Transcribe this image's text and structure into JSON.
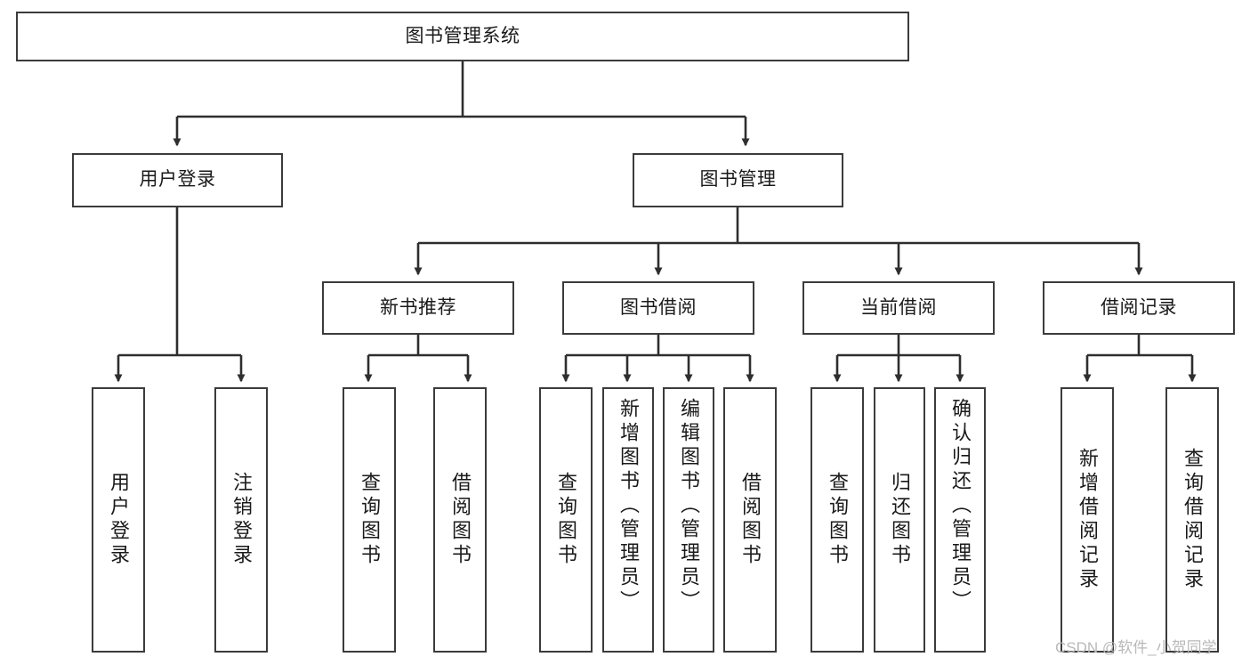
{
  "diagram": {
    "type": "tree",
    "title": "图书管理系统",
    "orientation": "top-down",
    "colors": {
      "box_border": "#3b3b3b",
      "box_fill": "#ffffff",
      "edge": "#2e2e2e",
      "text": "#1a1a1a",
      "watermark": "#b9b9b9"
    },
    "root": {
      "label": "图书管理系统"
    },
    "level1": [
      {
        "label": "用户登录"
      },
      {
        "label": "图书管理"
      }
    ],
    "level2": [
      {
        "label": "新书推荐"
      },
      {
        "label": "图书借阅"
      },
      {
        "label": "当前借阅"
      },
      {
        "label": "借阅记录"
      }
    ],
    "leaves": {
      "user_login": [
        {
          "label": "用户登录"
        },
        {
          "label": "注销登录"
        }
      ],
      "new_book_recommend": [
        {
          "label": "查询图书"
        },
        {
          "label": "借阅图书"
        }
      ],
      "book_borrow": [
        {
          "label": "查询图书"
        },
        {
          "label": "新增图书（管理员）"
        },
        {
          "label": "编辑图书（管理员）"
        },
        {
          "label": "借阅图书"
        }
      ],
      "current_borrow": [
        {
          "label": "查询图书"
        },
        {
          "label": "归还图书"
        },
        {
          "label": "确认归还（管理员）"
        }
      ],
      "borrow_record": [
        {
          "label": "新增借阅记录"
        },
        {
          "label": "查询借阅记录"
        }
      ]
    }
  },
  "watermark": {
    "text": "CSDN @软件_小贺同学"
  }
}
